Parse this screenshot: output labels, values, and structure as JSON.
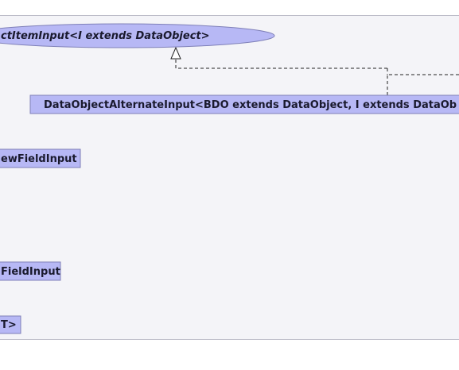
{
  "diagram": {
    "background_color": "#f4f4f8",
    "node_fill": "#b7b8f5",
    "node_stroke": "#7f80b8",
    "edge_color": "#222222",
    "nodes": {
      "abstract_item_input": {
        "text": "ctItemInput<I extends DataObject>",
        "shape": "ellipse",
        "style": "italic"
      },
      "alternate_input": {
        "text": "DataObjectAlternateInput<BDO extends DataObject, I extends DataOb"
      },
      "new_field_input": {
        "text": "ewFieldInput"
      },
      "field_input": {
        "text": "FieldInput"
      },
      "t_node": {
        "text": "T>"
      }
    },
    "edges": [
      {
        "from": "alternate_input",
        "to": "abstract_item_input",
        "type": "realization"
      }
    ]
  }
}
